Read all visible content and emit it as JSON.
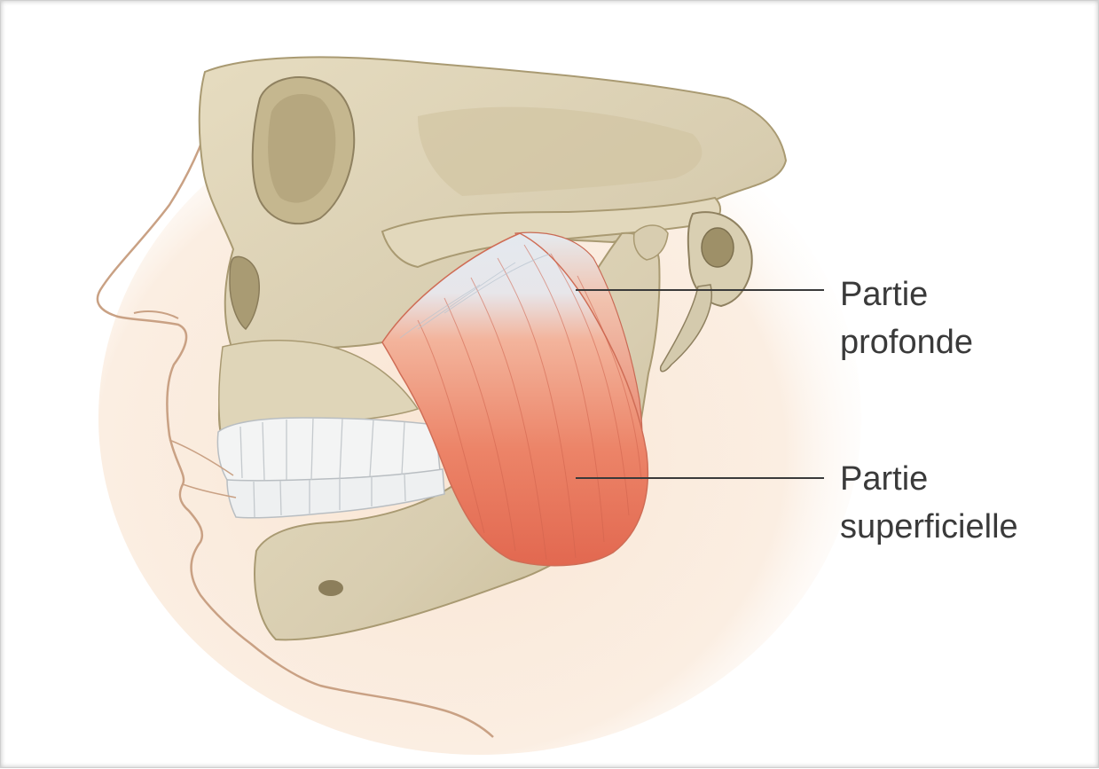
{
  "labels": {
    "deep_part": {
      "line1": "Partie",
      "line2": "profonde"
    },
    "superficial_part": {
      "line1": "Partie",
      "line2": "superficielle"
    }
  },
  "colors": {
    "skin": "#f9e6d4",
    "skin_outline": "#c9a184",
    "bone": "#dcd2b4",
    "bone_shadow": "#b8ab86",
    "muscle": "#e8705a",
    "muscle_light": "#f4a98e",
    "tendon": "#e3e8ee",
    "teeth": "#f3f4f4",
    "leader_line": "#3a3a3a",
    "label_text": "#3a3a3a"
  }
}
